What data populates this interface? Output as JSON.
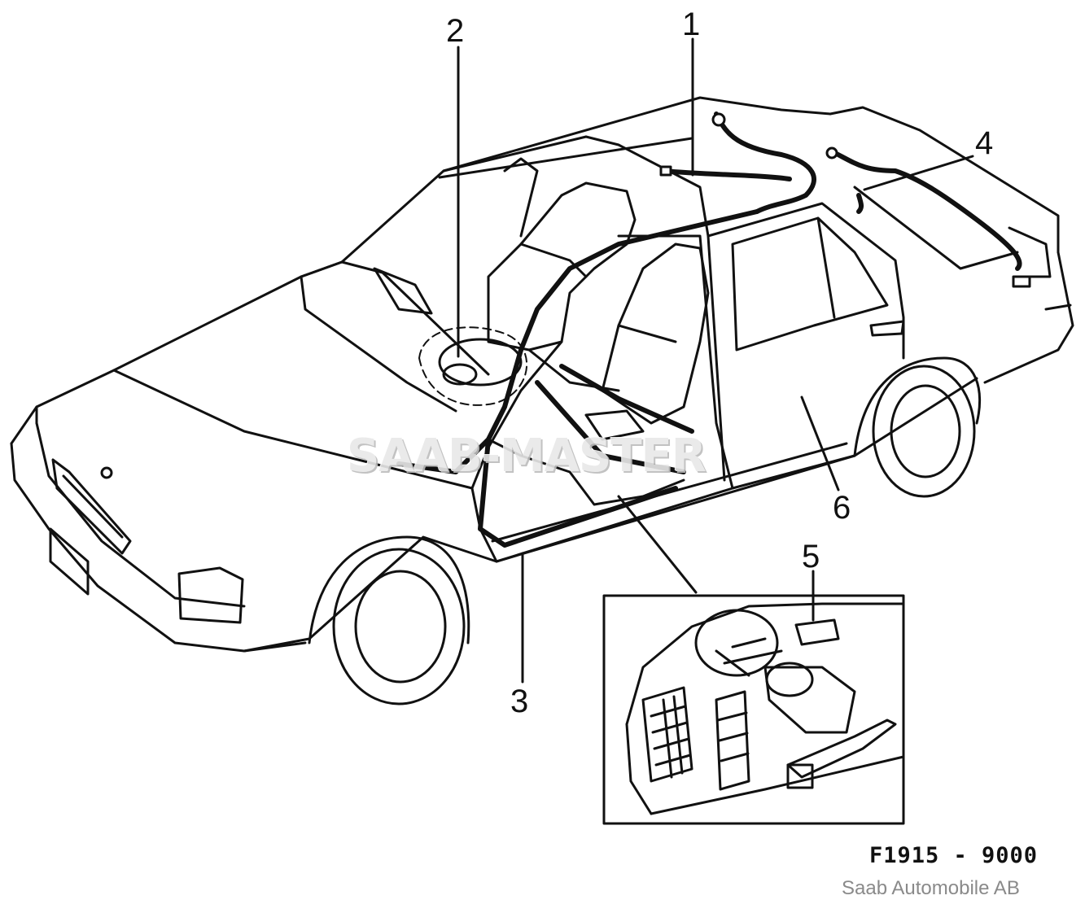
{
  "callouts": {
    "c1": "1",
    "c2": "2",
    "c3": "3",
    "c4": "4",
    "c5": "5",
    "c6": "6"
  },
  "drawing_code": "F1915 - 9000",
  "publisher": "Saab Automobile AB",
  "watermark": "SAAB-MASTER",
  "colors": {
    "line": "#111111",
    "background": "#ffffff",
    "publisher_text": "#8a8a8a"
  }
}
